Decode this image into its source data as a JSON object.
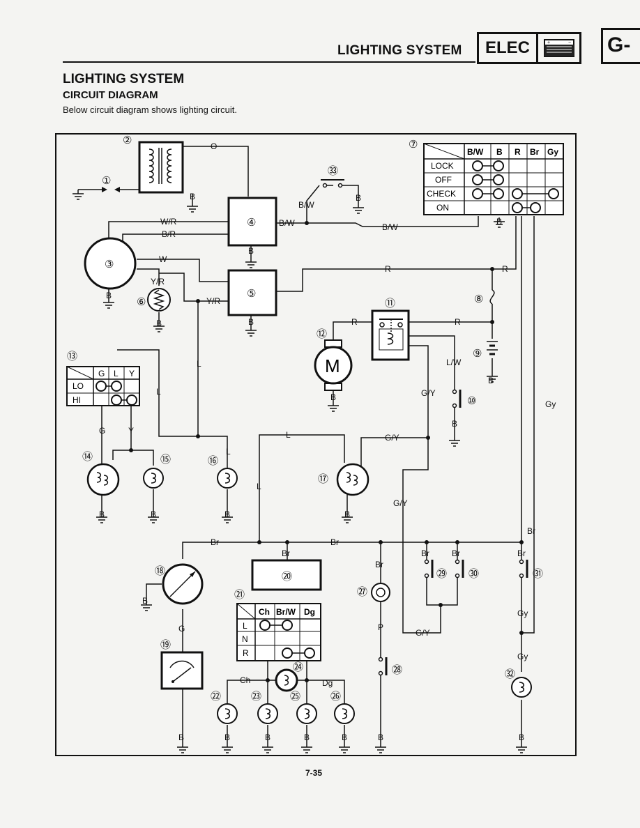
{
  "header": {
    "title": "LIGHTING SYSTEM",
    "section_label": "ELEC",
    "tab_letter": "G-"
  },
  "page": {
    "section_title": "LIGHTING SYSTEM",
    "subtitle": "CIRCUIT DIAGRAM",
    "caption": "Below circuit diagram shows lighting circuit.",
    "page_number": "7-35"
  },
  "diagram": {
    "wires": {
      "orange": "O",
      "white_red": "W/R",
      "black_red": "B/R",
      "white": "W",
      "yellow_red": "Y/R",
      "black_white": "B/W",
      "red": "R",
      "blue": "L",
      "green": "G",
      "yellow": "Y",
      "green_yellow": "G/Y",
      "blue_white": "L/W",
      "brown": "Br",
      "gray": "Gy",
      "pink": "P",
      "chartreuse": "Ch",
      "brown_white": "Br/W",
      "dark_green": "Dg",
      "black": "B"
    },
    "markers": {
      "m1": "①",
      "m2": "②",
      "m3": "③",
      "m4": "④",
      "m5": "⑤",
      "m6": "⑥",
      "m7": "⑦",
      "m8": "⑧",
      "m9": "⑨",
      "m10": "⑩",
      "m11": "⑪",
      "m12": "⑫",
      "m13": "⑬",
      "m14": "⑭",
      "m15": "⑮",
      "m16": "⑯",
      "m17": "⑰",
      "m18": "⑱",
      "m19": "⑲",
      "m20": "⑳",
      "m21": "㉑",
      "m22": "㉒",
      "m23": "㉓",
      "m24": "㉔",
      "m25": "㉕",
      "m26": "㉖",
      "m27": "㉗",
      "m28": "㉘",
      "m29": "㉙",
      "m30": "㉚",
      "m31": "㉛",
      "m32": "㉜",
      "m33": "㉝"
    },
    "main_switch_table": {
      "headers": [
        "B/W",
        "B",
        "R",
        "Br",
        "Gy"
      ],
      "rows": [
        "LOCK",
        "OFF",
        "CHECK",
        "ON"
      ]
    },
    "dimmer_table": {
      "headers": [
        "G",
        "L",
        "Y"
      ],
      "rows": [
        "LO",
        "HI"
      ]
    },
    "selector_table": {
      "headers": [
        "Ch",
        "Br/W",
        "Dg"
      ],
      "rows": [
        "L",
        "N",
        "R"
      ]
    },
    "motor_symbol": "M"
  }
}
